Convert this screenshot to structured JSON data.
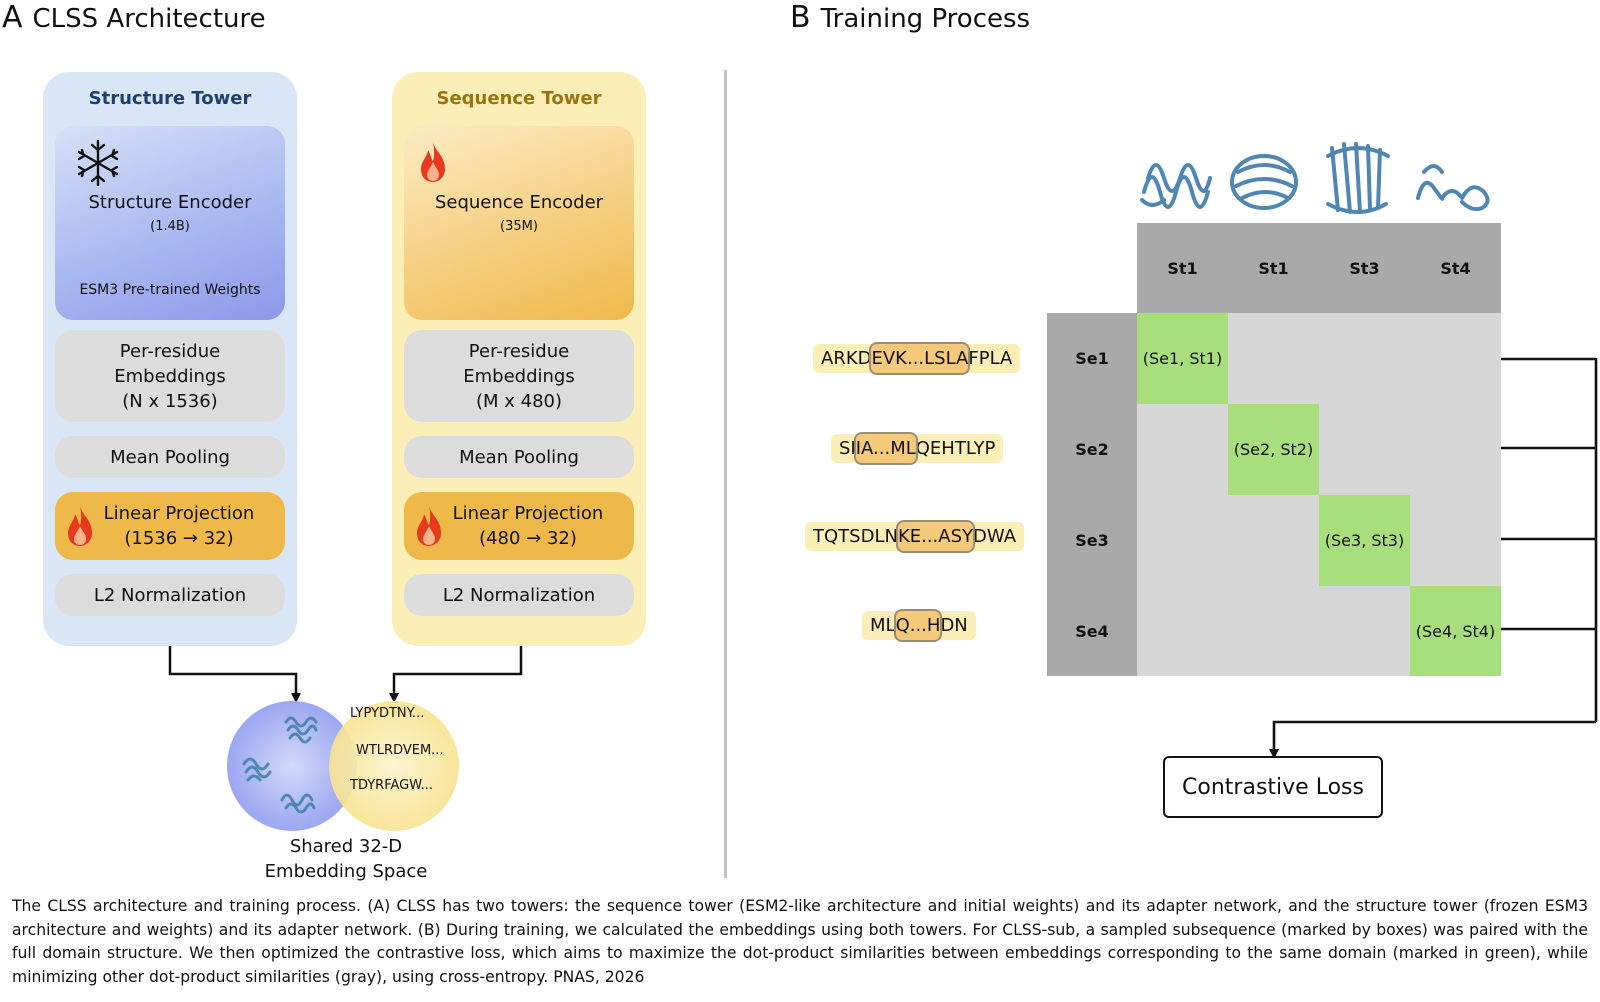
{
  "panel_a": {
    "letter": "A",
    "title": "CLSS Architecture",
    "structure_tower": {
      "title": "Structure Tower",
      "encoder_name": "Structure Encoder",
      "encoder_size": "(1.4B)",
      "encoder_weights": "ESM3 Pre-trained Weights",
      "embeddings_l1": "Per-residue",
      "embeddings_l2": "Embeddings",
      "embeddings_l3": "(N x 1536)",
      "pooling": "Mean Pooling",
      "projection_l1": "Linear Projection",
      "projection_l2": "(1536 → 32)",
      "normalization": "L2 Normalization"
    },
    "sequence_tower": {
      "title": "Sequence Tower",
      "encoder_name": "Sequence Encoder",
      "encoder_size": "(35M)",
      "embeddings_l1": "Per-residue",
      "embeddings_l2": "Embeddings",
      "embeddings_l3": "(M x 480)",
      "pooling": "Mean Pooling",
      "projection_l1": "Linear Projection",
      "projection_l2": "(480 → 32)",
      "normalization": "L2 Normalization"
    },
    "shared_space": {
      "sequences": [
        "LYPYDTNY...",
        "WTLRDVEM...",
        "TDYRFAGW..."
      ],
      "label_l1": "Shared 32-D",
      "label_l2": "Embedding Space"
    }
  },
  "panel_b": {
    "letter": "B",
    "title": "Training Process",
    "column_headers": [
      "St1",
      "St1",
      "St3",
      "St4"
    ],
    "rows": [
      {
        "label": "Se1",
        "pair": "(Se1, St1)",
        "seq_parts": [
          "ARKD",
          "EVK...LSLA",
          "FPLA"
        ]
      },
      {
        "label": "Se2",
        "pair": "(Se2, St2)",
        "seq_parts": [
          "SI",
          "IA...ML",
          "QEHTLYP"
        ]
      },
      {
        "label": "Se3",
        "pair": "(Se3, St3)",
        "seq_parts": [
          "TQTSDLN",
          "KE...ASY",
          "DWA"
        ]
      },
      {
        "label": "Se4",
        "pair": "(Se4, St4)",
        "seq_parts": [
          "ML",
          "Q...H",
          "DN"
        ]
      }
    ],
    "loss_label": "Contrastive Loss"
  },
  "caption": "The CLSS architecture and training process. (A) CLSS has two towers: the sequence tower (ESM2-like architecture and initial weights) and its adapter network, and the structure tower (frozen ESM3 architecture and weights) and its adapter network. (B) During training, we calculated the embeddings using both towers. For CLSS-sub, a sampled subsequence (marked by boxes) was paired with the full domain structure. We then optimized the contrastive loss, which aims to maximize the dot-product similarities between embeddings corresponding to the same domain (marked in green), while minimizing other dot-product similarities (gray), using cross-entropy. PNAS,  2026",
  "colors": {
    "structure_bg": "#d9e6f6",
    "sequence_bg": "#fbeeb7",
    "green": "#a8df7c",
    "matrix_gray": "#d7d7d7",
    "header_gray": "#a9a9a9",
    "protein_blue": "#4f86b4",
    "flame": "#e8391f"
  },
  "icons": [
    "snowflake-icon",
    "flame-icon",
    "protein-structure-icon"
  ]
}
